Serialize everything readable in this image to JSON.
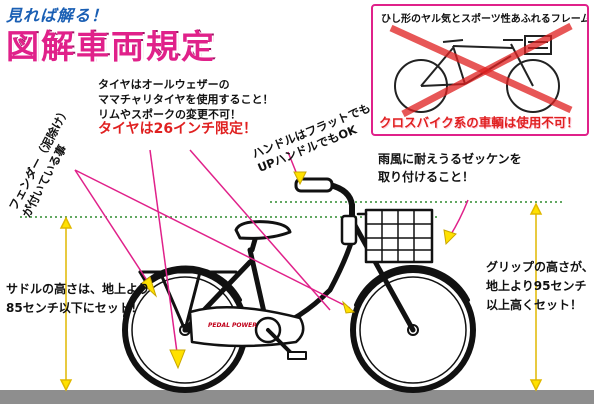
{
  "header": {
    "tagline": "見れば解る！",
    "title": "図解車両規定"
  },
  "inset": {
    "heading": "ひし形のヤル気とスポーツ性あふれるフレーム",
    "warning": "クロスバイク系の車輌は使用不可！"
  },
  "notes": {
    "fender": [
      "フェンダー（泥除け）",
      "が付いている事"
    ],
    "tire": [
      "タイヤはオールウェザーの",
      "ママチャリタイヤを使用すること！",
      "リムやスポークの変更不可！"
    ],
    "tire_size": "タイヤは26インチ限定！",
    "handlebar": [
      "ハンドルはフラットでも",
      "UPハンドルでもOK"
    ],
    "number_plate": [
      "雨風に耐えうるゼッケンを",
      "取り付けること！"
    ],
    "saddle": [
      "サドルの高さは、地上より",
      "85センチ以下にセット！"
    ],
    "grip": [
      "グリップの高さが、",
      "地上より95センチ",
      "以上高くセット！"
    ]
  },
  "brand_text": "PEDAL POWER",
  "colors": {
    "title_pink": "#e0218a",
    "tagline_blue": "#1a5fb4",
    "warning_red": "#e02020",
    "arrow_yellow": "#ffe100",
    "guide_green": "#2e8b2e",
    "ground_gray": "#888888"
  }
}
